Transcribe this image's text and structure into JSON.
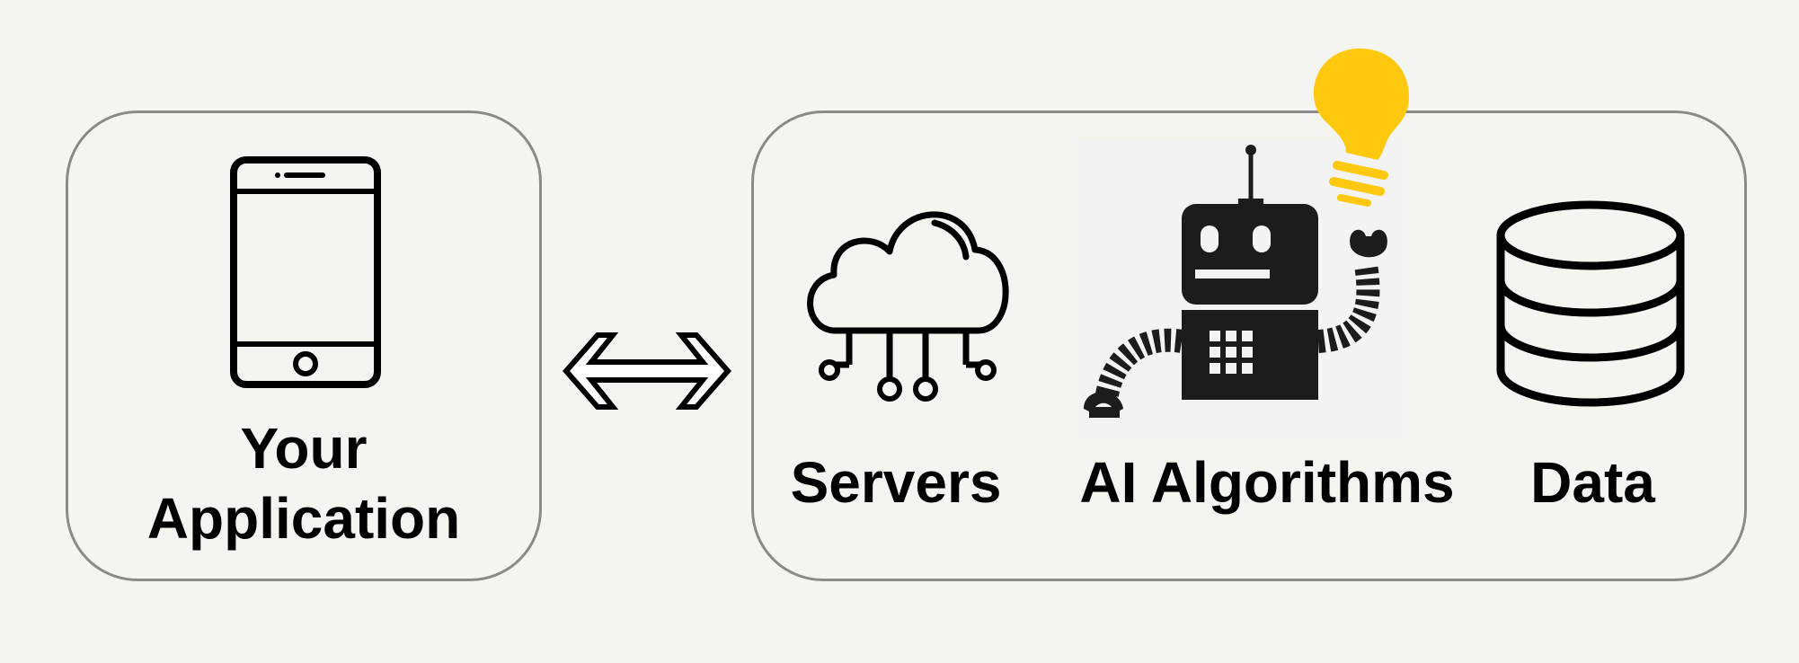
{
  "app_box": {
    "label_line1": "Your",
    "label_line2": "Application"
  },
  "backend_box": {
    "servers_label": "Servers",
    "ai_label": "AI Algorithms",
    "data_label": "Data"
  },
  "colors": {
    "background": "#f4f4f0",
    "box_border": "#8a8a8a",
    "icon": "#000000",
    "robot_body": "#1c1c1c",
    "bulb": "#fdc80d"
  },
  "icons": {
    "app": "smartphone-icon",
    "connector": "double-arrow-icon",
    "servers": "cloud-network-icon",
    "ai": "robot-icon",
    "idea": "lightbulb-icon",
    "data": "database-icon"
  }
}
